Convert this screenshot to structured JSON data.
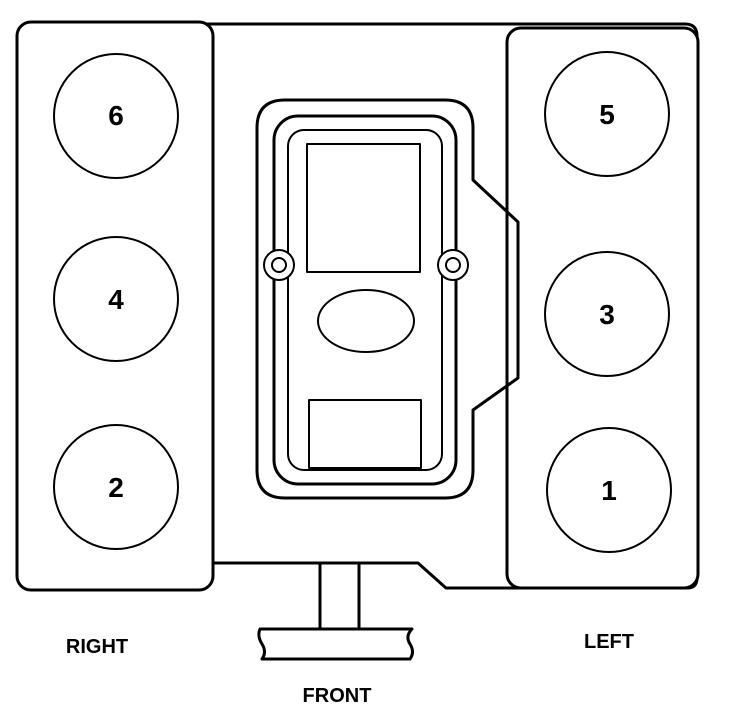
{
  "cylinders": {
    "right_bank": [
      "6",
      "4",
      "2"
    ],
    "left_bank": [
      "5",
      "3",
      "1"
    ]
  },
  "labels": {
    "right": "RIGHT",
    "left": "LEFT",
    "front": "FRONT"
  }
}
